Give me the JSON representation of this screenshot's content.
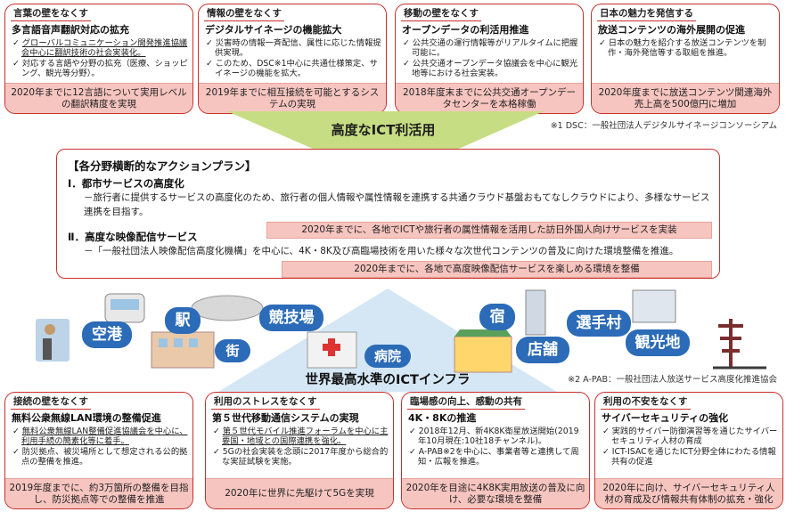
{
  "top_walls": [
    {
      "tag": "言葉の壁をなくす",
      "title": "多言語音声翻訳対応の拡充",
      "items": [
        "グローバルコミュニケーション開発推進協議会中心に翻訳技術の社会実装化。",
        "対応する言語や分野の拡充（医療、ショッピング、観光等分野）。"
      ],
      "goal": "2020年までに12言語について実用レベルの翻訳精度を実現"
    },
    {
      "tag": "情報の壁をなくす",
      "title": "デジタルサイネージの機能拡大",
      "items": [
        "災害時の情報一斉配信、属性に応じた情報提供実現。",
        "このため、DSC※1中心に共通仕様策定、サイネージの機能を拡大。"
      ],
      "goal": "2019年までに相互接続を可能とするシステムの実現"
    },
    {
      "tag": "移動の壁をなくす",
      "title": "オープンデータの利活用推進",
      "items": [
        "公共交通の運行情報等がリアルタイムに把握可能に。",
        "公共交通オープンデータ協議会を中心に観光地等における社会実装。"
      ],
      "goal": "2018年度末までに公共交通オープンデータセンターを本格稼働"
    },
    {
      "tag": "日本の魅力を発信する",
      "title": "放送コンテンツの海外展開の促進",
      "items": [
        "日本の魅力を紹介する放送コンテンツを制作・海外発信等する取組を推進。"
      ],
      "goal": "2020年度までに放送コンテンツ関連海外売上高を500億円に増加"
    }
  ],
  "middle": {
    "arrow_label": "高度なICT利活用",
    "note1": "※1 DSC：一般社団法人デジタルサイネージコンソーシアム"
  },
  "plan": {
    "title": "【各分野横断的なアクションプラン】",
    "sec1_title": "Ⅰ．都市サービスの高度化",
    "sec1_desc": "－旅行者に提供するサービスの高度化のため、旅行者の個人情報や属性情報を連携する共通クラウド基盤おもてなしクラウドにより、多様なサービス連携を目指す。",
    "sec1_goal": "2020年までに、各地でICTや旅行者の属性情報を活用した訪日外国人向けサービスを実装",
    "sec2_title": "Ⅱ．高度な映像配信サービス",
    "sec2_desc": "－「一般社団法人映像配信高度化機構」を中心に、4K・8K及び高臨場技術を用いた様々な次世代コンテンツの普及に向けた環境整備を推進。",
    "sec2_goal": "2020年までに、各地で高度映像配信サービスを楽しめる環境を整備"
  },
  "infra": {
    "places": [
      "空港",
      "駅",
      "競技場",
      "街",
      "病院",
      "宿",
      "店舗",
      "選手村",
      "観光地"
    ],
    "label": "世界最高水準のICTインフラ",
    "note2": "※2 A-PAB：一般社団法人放送サービス高度化推進協会"
  },
  "bottom_walls": [
    {
      "tag": "接続の壁をなくす",
      "title": "無料公衆無線LAN環境の整備促進",
      "items": [
        "無料公衆無線LAN整備促進協議会を中心に、利用手続の簡素化等に着手。",
        "防災拠点、被災場所として想定される公的拠点の整備を推進。"
      ],
      "goal": "2019年度までに、約3万箇所の整備を目指し、防災拠点等での整備を推進"
    },
    {
      "tag": "利用のストレスをなくす",
      "title": "第５世代移動通信システムの実現",
      "items": [
        "第５世代モバイル推進フォーラムを中心に主要国・地域との国際連携を強化。",
        "5Gの社会実装を念頭に2017年度から総合的な実証試験を実施。"
      ],
      "goal": "2020年に世界に先駆けて5Gを実現"
    },
    {
      "tag": "臨場感の向上、感動の共有",
      "title": "4K・8Kの推進",
      "items": [
        "2018年12月、新4K8K衛星放送開始(2019年10月現在:10社18チャンネル)。",
        "A-PAB※2を中心に、事業者等と連携して周知・広報を推進。"
      ],
      "goal": "2020年を目途に4K8K実用放送の普及に向け、必要な環境を整備"
    },
    {
      "tag": "利用の不安をなくす",
      "title": "サイバーセキュリティの強化",
      "items": [
        "実践的サイバー防御演習等を通じたサイバーセキュリティ人材の育成",
        "ICT-ISACを通じたICT分野全体にわたる情報共有の促進"
      ],
      "goal": "2020年に向け、サイバーセキュリティ人材の育成及び情報共有体制の拡充・強化"
    }
  ],
  "colors": {
    "frame": "#c9302c",
    "goal_bg": "#f7c5c0",
    "arrow": "#c7dd83",
    "pill": "#2b6bb8"
  }
}
